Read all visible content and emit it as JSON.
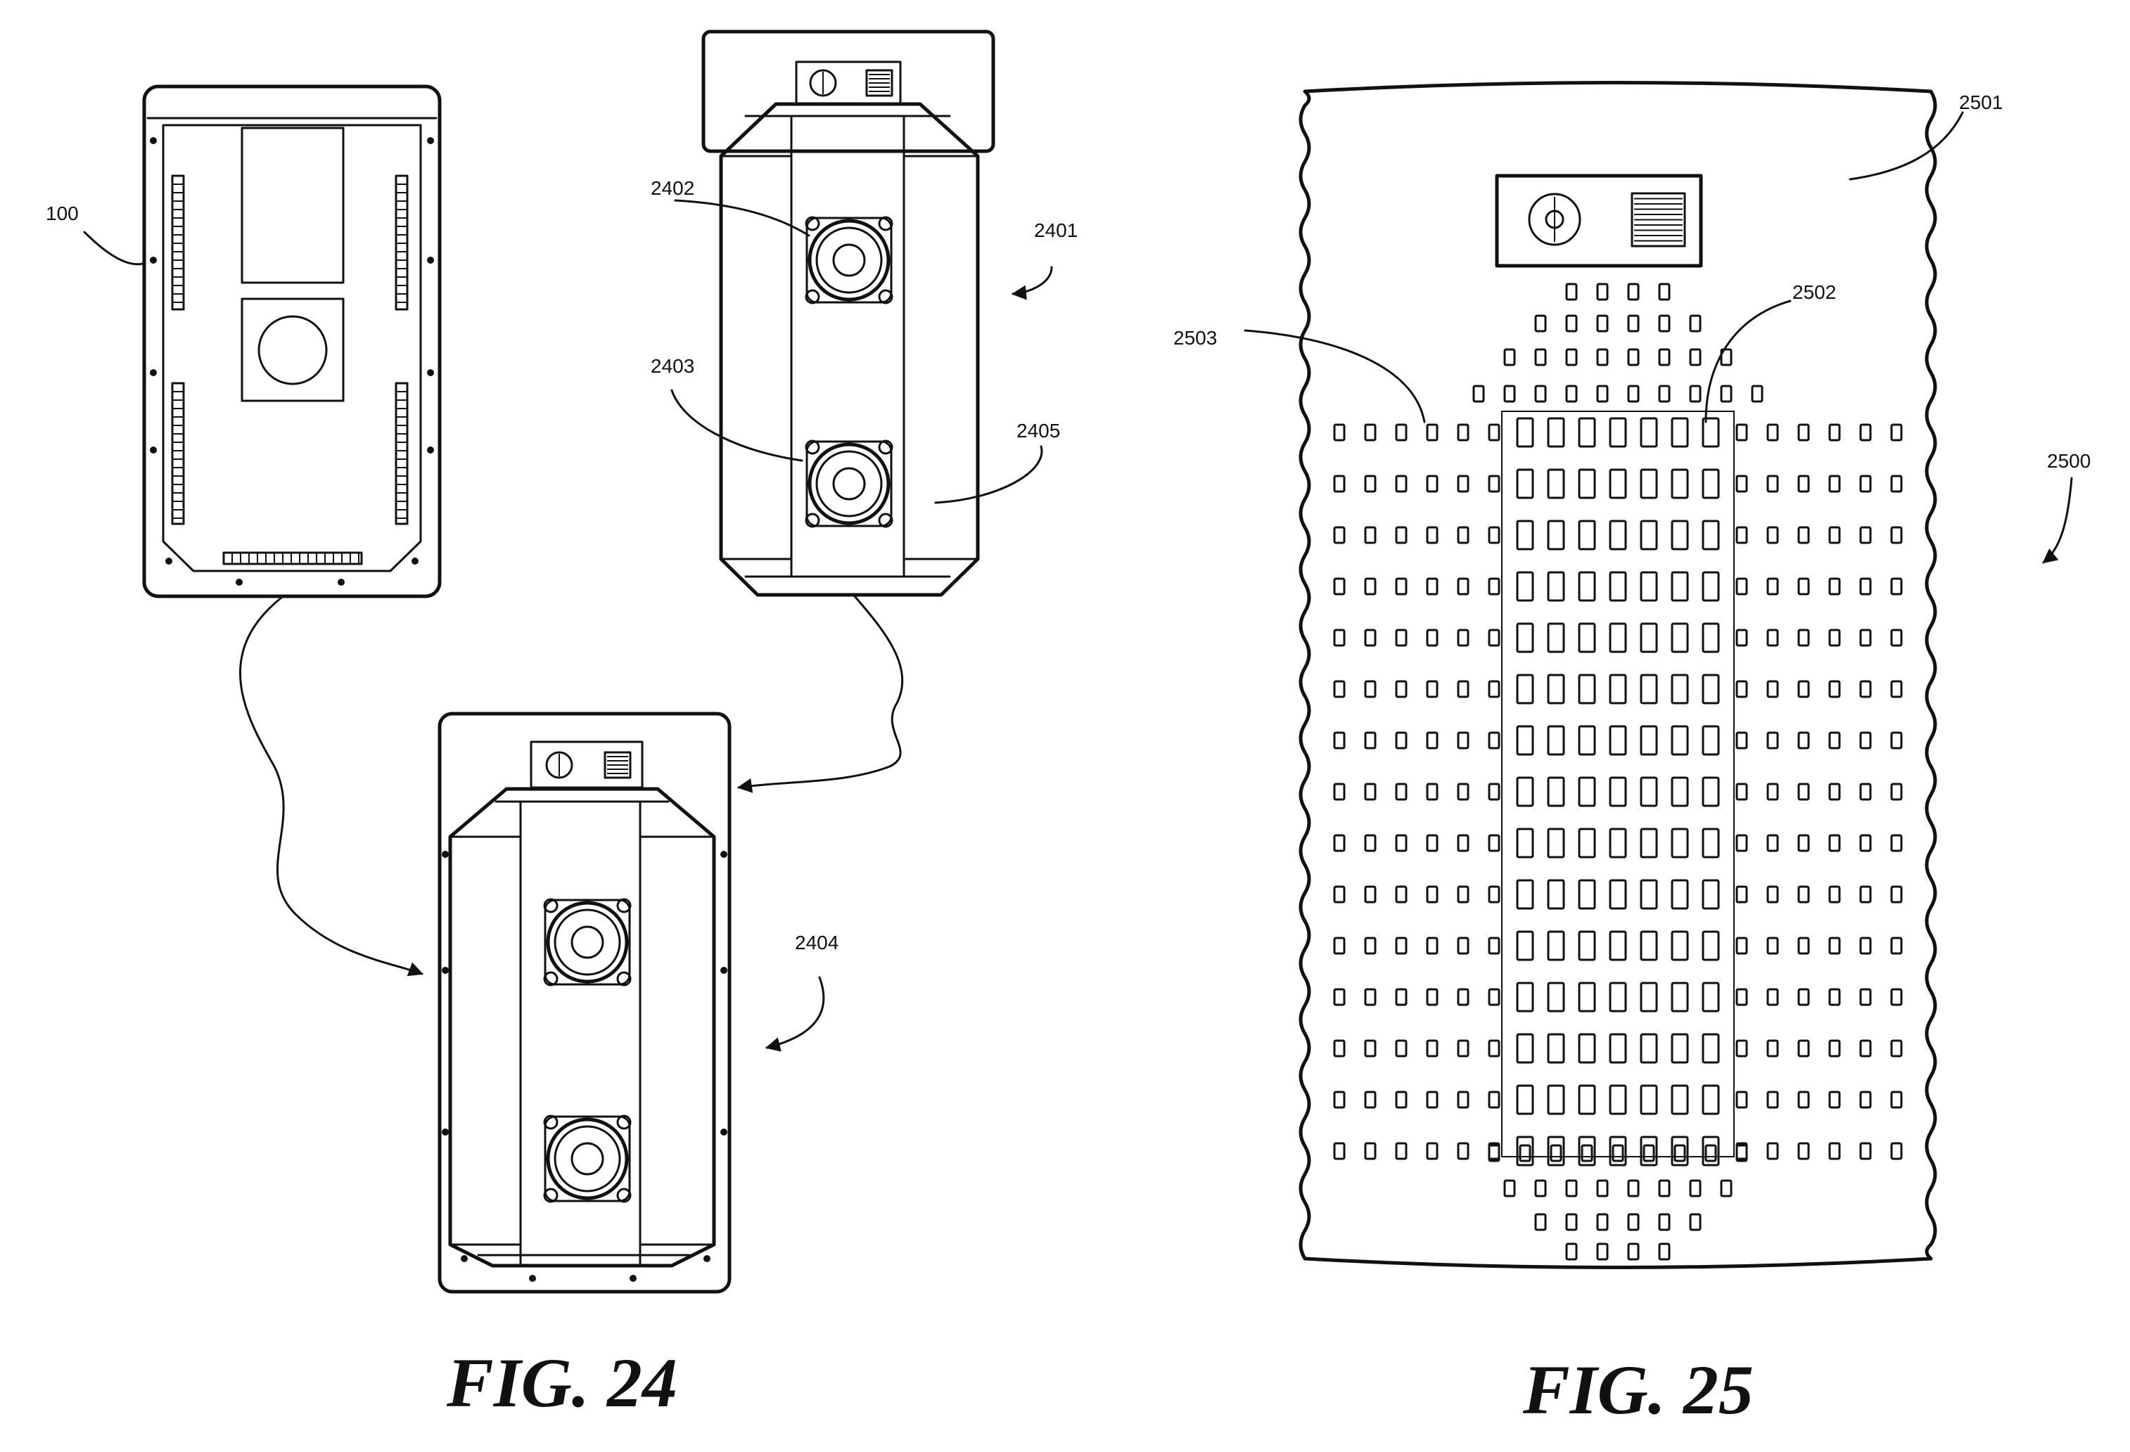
{
  "figures": [
    {
      "caption": "FIG. 24"
    },
    {
      "caption": "FIG. 25"
    }
  ],
  "reference_labels": {
    "r100": "100",
    "r2401": "2401",
    "r2402": "2402",
    "r2403": "2403",
    "r2404": "2404",
    "r2405": "2405",
    "r2500": "2500",
    "r2501": "2501",
    "r2502": "2502",
    "r2503": "2503"
  },
  "colors": {
    "ink": "#111111",
    "paper": "#ffffff"
  }
}
